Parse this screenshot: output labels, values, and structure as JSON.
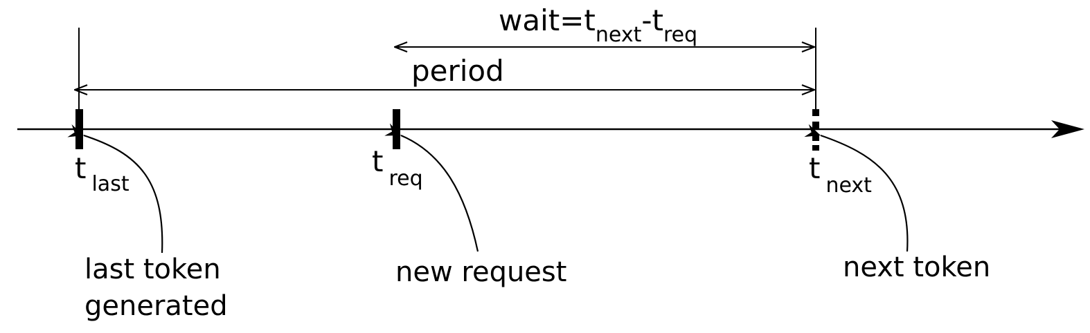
{
  "diagram": {
    "timeline": {
      "markers": {
        "last": {
          "base": "t",
          "sub": "last"
        },
        "req": {
          "base": "t",
          "sub": "req"
        },
        "next": {
          "base": "t",
          "sub": "next"
        }
      }
    },
    "spans": {
      "wait": {
        "prefix": "wait=t",
        "sub1": "next",
        "minus": "-t",
        "sub2": "req"
      },
      "period": {
        "label": "period"
      }
    },
    "annotations": {
      "last_token": {
        "line1": "last token",
        "line2": "generated"
      },
      "new_request": {
        "line1": "new request"
      },
      "next_token": {
        "line1": "next token"
      }
    },
    "colors": {
      "ink": "#000000",
      "background": "#ffffff"
    }
  }
}
